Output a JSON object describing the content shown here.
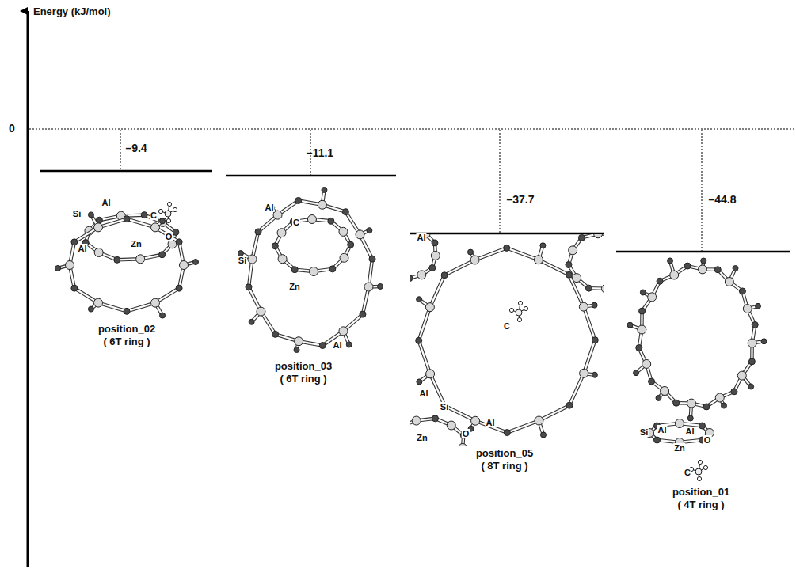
{
  "diagram": {
    "labels": [
      "Energy (kJ/mol)",
      "0",
      "–9.4",
      "–11.1",
      "–37.7",
      "–44.8",
      "Si",
      "Al",
      "C",
      "O",
      "Zn",
      "Al",
      "position_02",
      "( 6T ring )",
      "Al",
      "Si",
      "C",
      "Zn",
      "Al",
      "position_03",
      "( 6T ring )",
      "Al",
      "C",
      "Al",
      "Si",
      "Zn",
      "O",
      "Al",
      "position_05",
      "( 8T ring )",
      "Si",
      "Al",
      "Al",
      "O",
      "Zn",
      "C",
      "position_01",
      "( 4T ring )"
    ]
  }
}
